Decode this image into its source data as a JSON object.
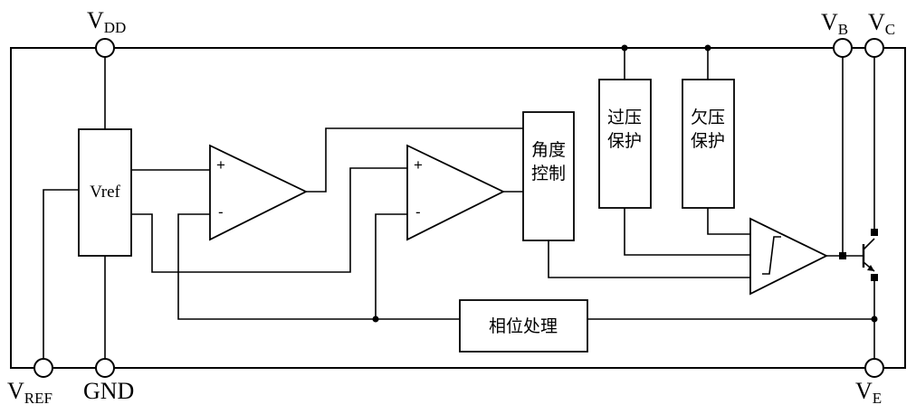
{
  "pins": {
    "vdd": {
      "main": "V",
      "sub": "DD"
    },
    "vb": {
      "main": "V",
      "sub": "B"
    },
    "vc": {
      "main": "V",
      "sub": "C"
    },
    "vref": {
      "main": "V",
      "sub": "REF"
    },
    "gnd": {
      "main": "GND"
    },
    "ve": {
      "main": "V",
      "sub": "E"
    }
  },
  "blocks": {
    "vref": "Vref",
    "angle_control": {
      "line1": "角度",
      "line2": "控制"
    },
    "over_voltage": {
      "line1": "过压",
      "line2": "保护"
    },
    "under_voltage": {
      "line1": "欠压",
      "line2": "保护"
    },
    "phase": "相位处理"
  },
  "comparator1": {
    "plus": "+",
    "minus": "-"
  },
  "comparator2": {
    "plus": "+",
    "minus": "-"
  }
}
